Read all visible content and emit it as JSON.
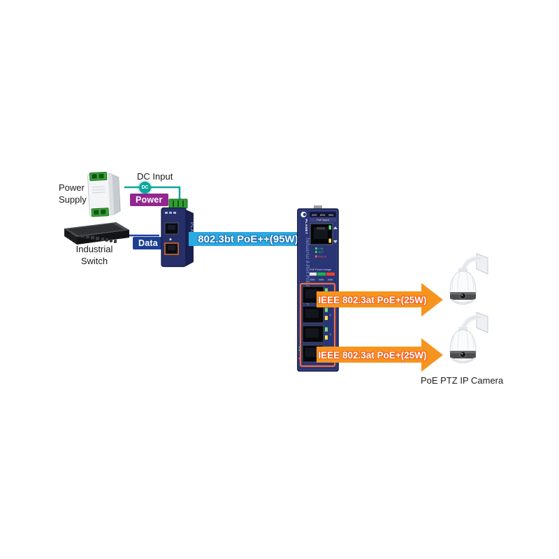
{
  "labels": {
    "power_supply": "Power Supply",
    "dc_input": "DC Input",
    "dc_badge": "DC",
    "power_tag": "Power",
    "industrial_switch": "Industrial Switch",
    "data_tag": "Data",
    "camera_caption": "PoE PTZ IP Camera"
  },
  "arrows": {
    "input": {
      "label": "802.3bt PoE++(95W)",
      "color": "#29abe2"
    },
    "out1": {
      "label": "IEEE 802.3at PoE+(25W)",
      "color": "#f7941e"
    },
    "out2": {
      "label": "IEEE 802.3at PoE+(25W)",
      "color": "#f7941e"
    }
  },
  "devices": {
    "injector": {
      "brand": "PLANET"
    },
    "extender": {
      "brand": "PLANET",
      "model": "Industrial 4-Port PoE Extender",
      "input_panel": {
        "ticks": [
          "30W",
          "60W",
          "95W"
        ],
        "label": "PoE Input"
      },
      "led_legend": {
        "lnk": "LNK",
        "act": "ACT",
        "poe_in": "PoE In"
      },
      "gauge": {
        "label": "PoE Power Usage",
        "ticks": [
          "25W",
          "45W",
          "95W"
        ]
      },
      "ports": [
        "1",
        "2",
        "3",
        "4"
      ]
    }
  },
  "colors": {
    "poe_input_arrow": "#29abe2",
    "poe_output_arrow": "#f7941e",
    "power_tag_bg": "#92278f",
    "data_tag_bg": "#1c3f94",
    "dc_wire": "#0ba69c",
    "data_wire": "#1c3f94",
    "device_navy": "#2a3575",
    "port_frame_orange": "#f26d3f"
  }
}
